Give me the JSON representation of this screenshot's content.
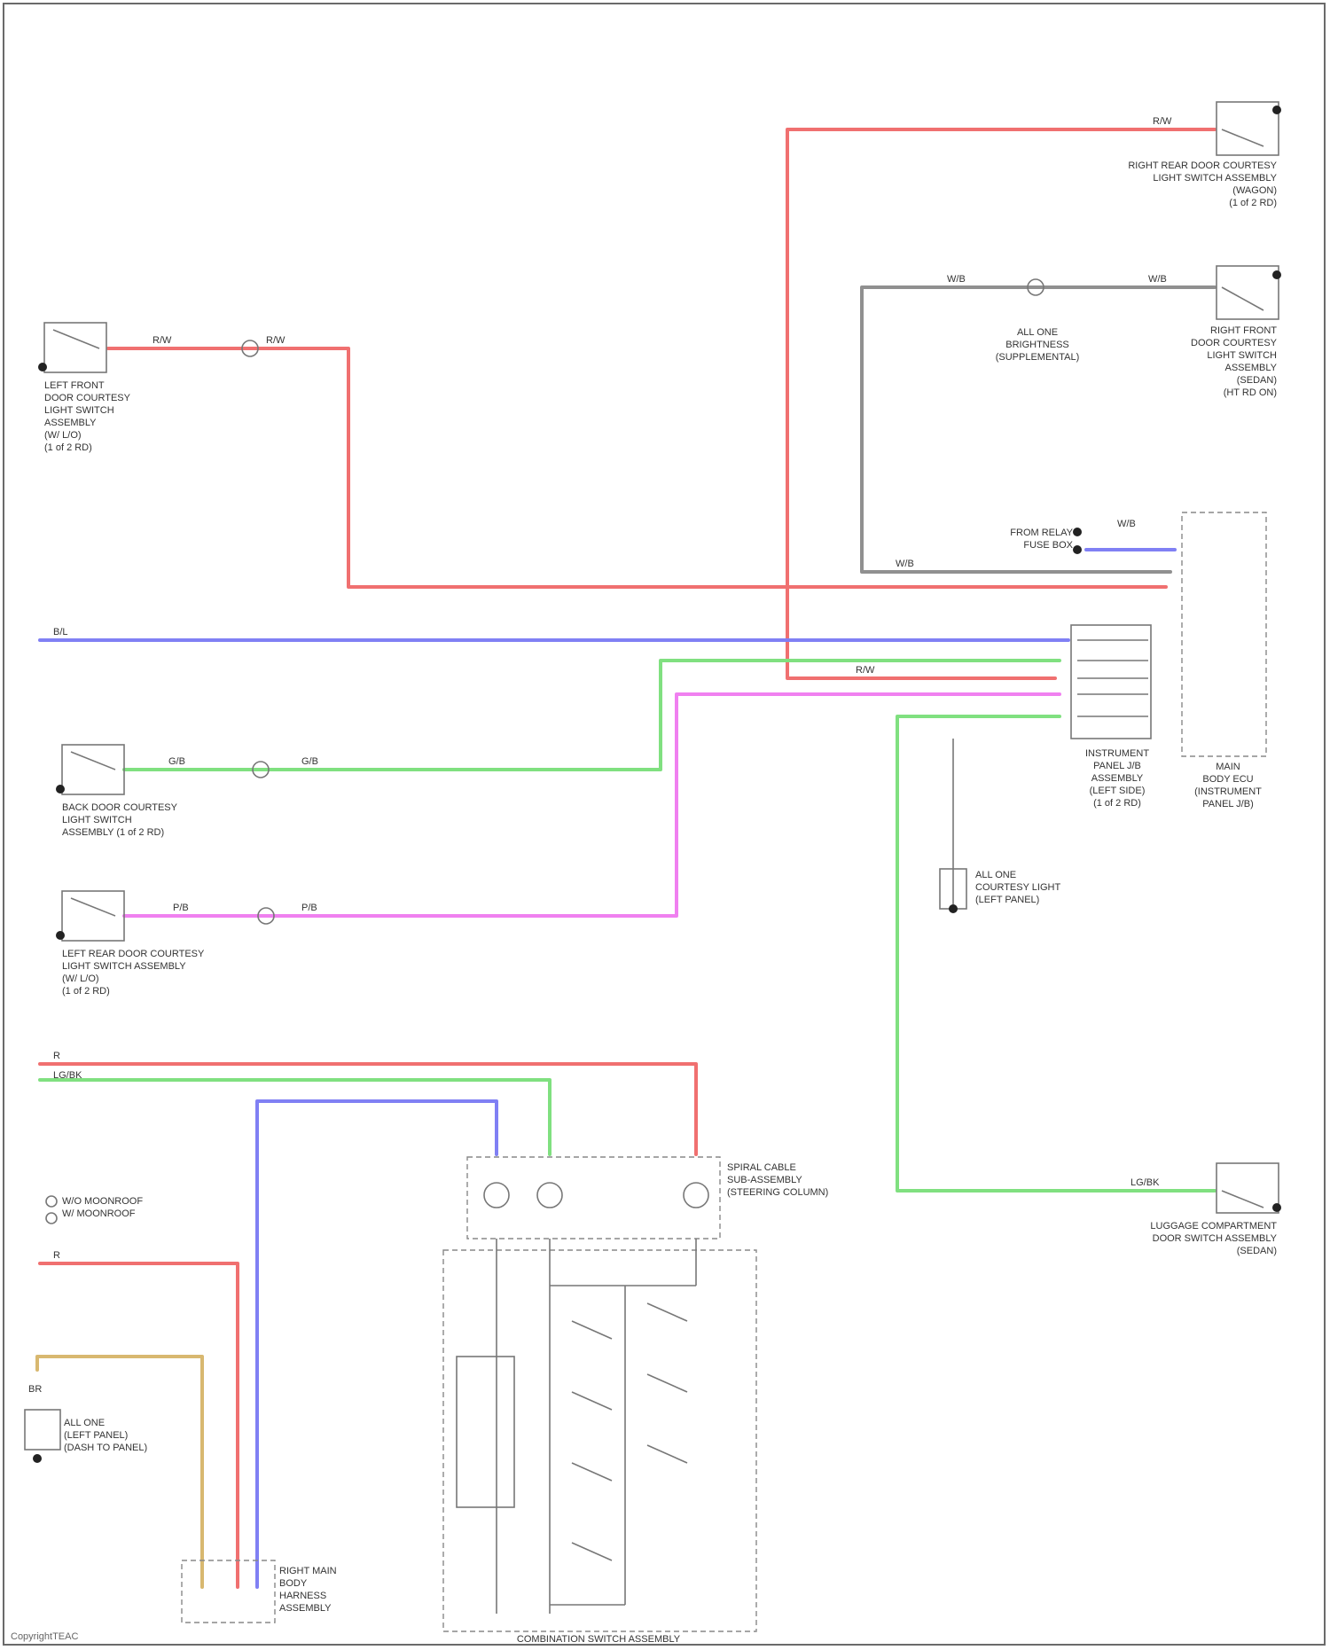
{
  "components": {
    "rr_rh_door_switch": "RIGHT REAR DOOR COURTESY\nLIGHT SWITCH ASSEMBLY\n(WAGON)\n(1 of 2 RD)",
    "right_front_door_switch": "RIGHT FRONT\nDOOR COURTESY\nLIGHT SWITCH\nASSEMBLY\n(SEDAN)\n(HT RD ON)",
    "left_front_door_switch": "LEFT FRONT\nDOOR COURTESY\nLIGHT SWITCH\nASSEMBLY\n(W/ L/O)\n(1 of 2 RD)",
    "rear_door_switch": "BACK DOOR COURTESY\nLIGHT SWITCH\nASSEMBLY (1 of 2 RD)",
    "left_rear_door_switch": "LEFT REAR DOOR COURTESY\nLIGHT SWITCH ASSEMBLY\n(W/ L/O)\n(1 of 2 RD)",
    "trunk_switch": "LUGGAGE COMPARTMENT\nDOOR SWITCH ASSEMBLY\n(SEDAN)",
    "relay_box": "SPIRAL CABLE\nSUB-ASSEMBLY\n(STEERING COLUMN)",
    "instrument_panel_jb": "INSTRUMENT\nPANEL J/B\nASSEMBLY\n(LEFT SIDE)\n(1 of 2 RD)",
    "main_body_ecu": "MAIN\nBODY ECU\n(INSTRUMENT\nPANEL J/B)",
    "courtesy_light_ground": "ALL ONE\nCOURTESY LIGHT\n(LEFT PANEL)",
    "engine_room_ground": "ALL ONE\n(LEFT PANEL)\n(DASH TO PANEL)",
    "combo_switch": "COMBINATION SWITCH ASSEMBLY",
    "ground_assembly": "RIGHT MAIN\nBODY\nHARNESS\nASSEMBLY",
    "passenger_lamp": "W/O MOONROOF\nW/ MOONROOF",
    "ecu_ref": "FROM RELAY\nFUSE BOX",
    "diode_right": "ALL ONE\nBRIGHTNESS\n(SUPPLEMENTAL)"
  },
  "notes": {
    "legend_a": "W/ MOONROOF",
    "legend_b": "W/O MOONROOF",
    "footer": "CopyrightTEAC"
  },
  "wire_labels": {
    "red": "R/W",
    "gray": "W/B",
    "blue": "B/L",
    "green": "G/B",
    "pink": "P/B",
    "tan": "BR",
    "ltgreen": "LG/BK",
    "red_short": "R"
  },
  "colors": {
    "red": "#f07070",
    "blue": "#8080f4",
    "green": "#80e080",
    "pink": "#f080f0",
    "gray": "#909090",
    "tan": "#d8b870"
  }
}
